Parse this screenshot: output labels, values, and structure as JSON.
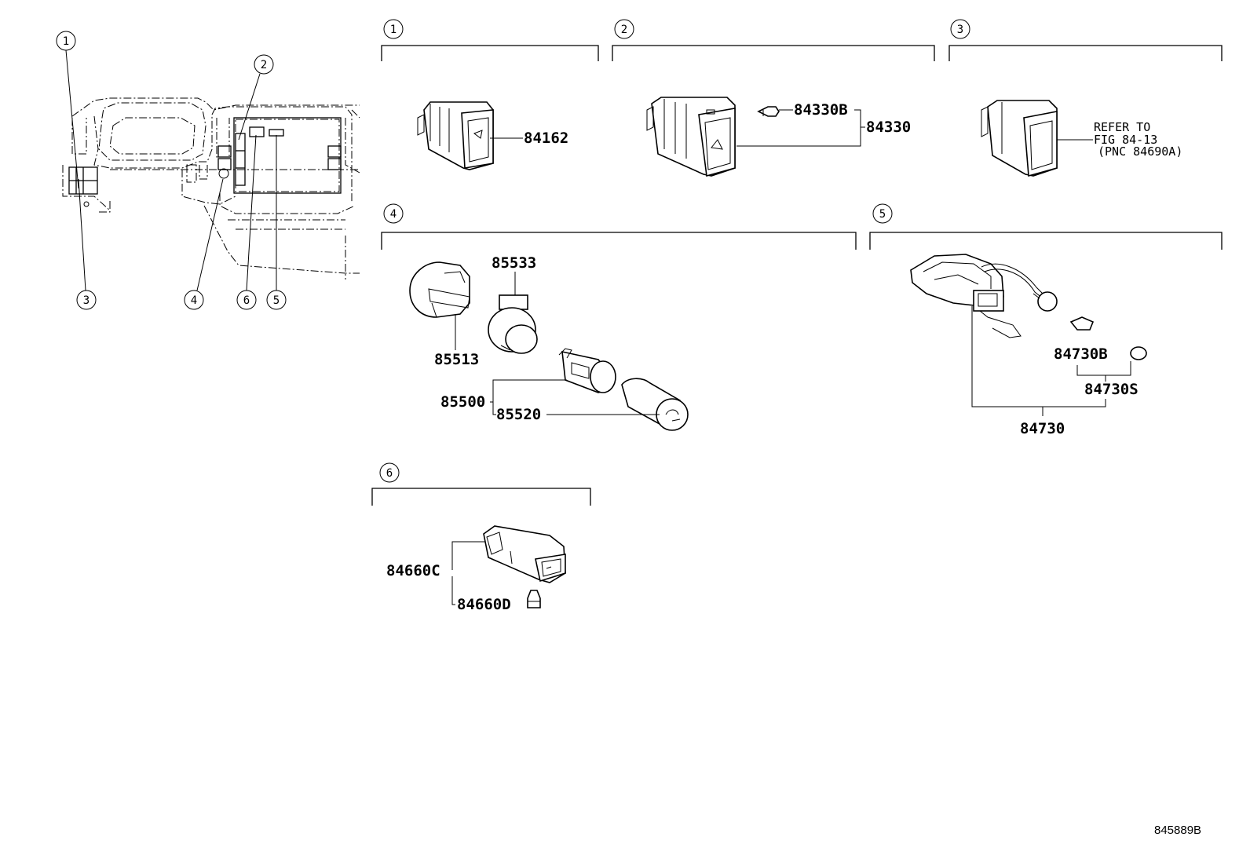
{
  "diagram": {
    "sheet_id": "845889B",
    "sections": [
      {
        "num": "1",
        "parts": [
          "84162"
        ]
      },
      {
        "num": "2",
        "parts": [
          "84330B",
          "84330"
        ]
      },
      {
        "num": "3",
        "reference": [
          "REFER TO",
          "FIG 84-13",
          "(PNC 84690A)"
        ]
      },
      {
        "num": "4",
        "parts": [
          "85533",
          "85513",
          "85500",
          "85520"
        ]
      },
      {
        "num": "5",
        "parts": [
          "84730B",
          "84730S",
          "84730"
        ]
      },
      {
        "num": "6",
        "parts": [
          "84660C",
          "84660D"
        ]
      }
    ],
    "overview_callouts": [
      "1",
      "2",
      "3",
      "4",
      "6",
      "5"
    ]
  }
}
